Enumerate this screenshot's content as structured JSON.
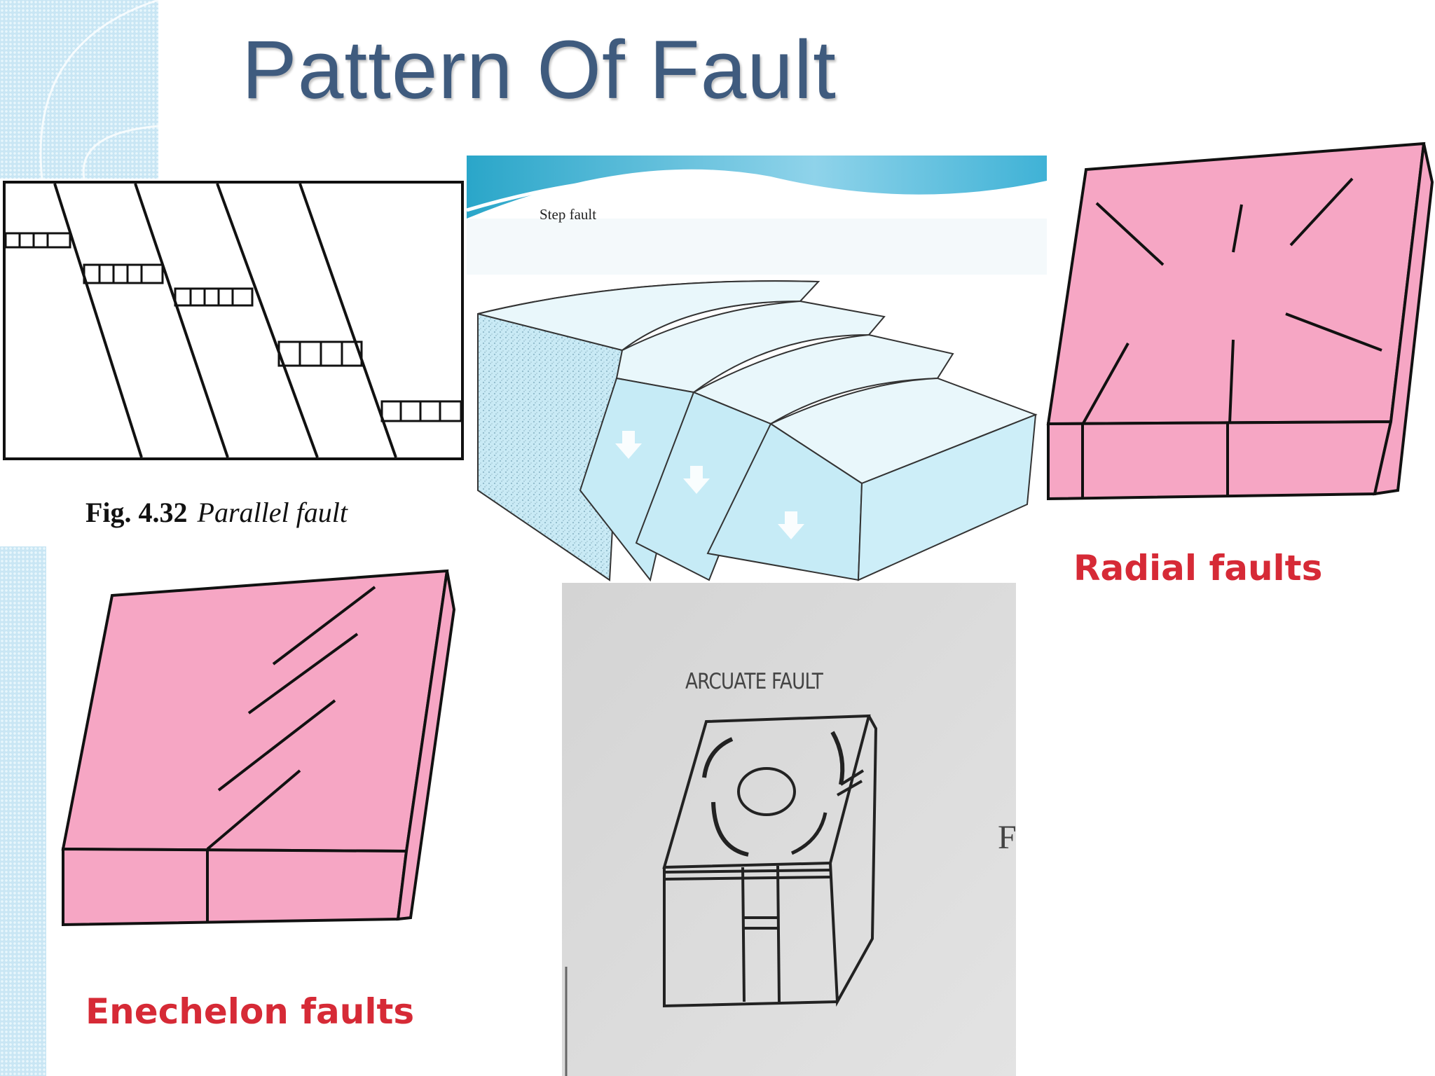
{
  "slide": {
    "title": "Pattern Of Fault"
  },
  "figures": {
    "parallel": {
      "fig_number": "Fig. 4.32",
      "caption": "Parallel fault"
    },
    "step": {
      "label": "Step fault"
    },
    "radial": {
      "label": "Radial faults"
    },
    "enechelon": {
      "label": "Enechelon faults"
    },
    "arcuate": {
      "label": "ARCUATE FAULT",
      "side_mark": "F"
    }
  },
  "colors": {
    "title": "#3f5b7e",
    "block_pink": "#f6a6c4",
    "label_red": "#d62a36",
    "step_blue": "#cdeef8",
    "photo_grey": "#d9d9d9"
  }
}
